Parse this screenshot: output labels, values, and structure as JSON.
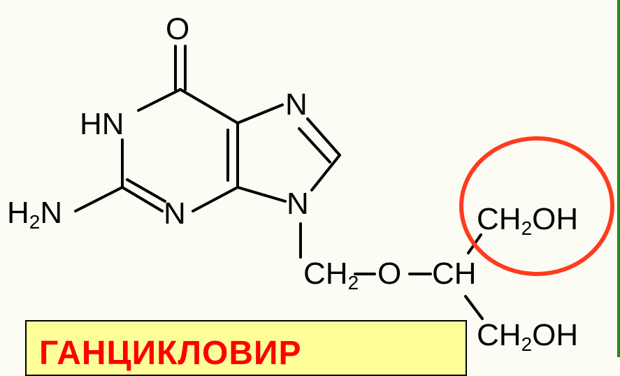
{
  "molecule": {
    "atoms": {
      "o_top": "O",
      "hn": "HN",
      "n7": "N",
      "n3": "N",
      "n9": "N",
      "h2n_h": "H",
      "h2n_sub": "2",
      "h2n_n": "N",
      "ch2_left_c": "CH",
      "ch2_left_sub": "2",
      "o_ether": "O",
      "ch_c": "CH",
      "ch2oh_top_c": "CH",
      "ch2oh_top_sub": "2",
      "ch2oh_top_oh": "OH",
      "ch2oh_bottom_c": "CH",
      "ch2oh_bottom_sub": "2",
      "ch2oh_bottom_oh": "OH"
    },
    "bond_color": "#000000",
    "highlight_color": "#ff3b1f"
  },
  "label": {
    "text": "ГАНЦИКЛОВИР",
    "text_color": "#ff0000",
    "box_color": "#ffff99"
  },
  "colors": {
    "background": "#fcfcf4",
    "edge_accent": "#1a8a1a"
  }
}
